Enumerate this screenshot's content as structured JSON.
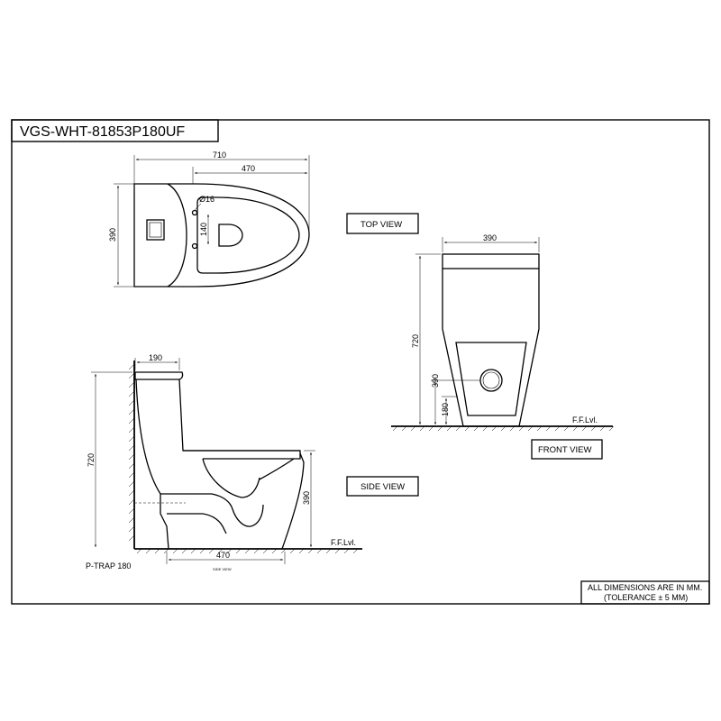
{
  "title_block": {
    "model": "VGS-WHT-81853P180UF"
  },
  "views": {
    "top": "TOP VIEW",
    "front": "FRONT VIEW",
    "side": "SIDE VIEW",
    "side_small": "SIDE VIEW"
  },
  "dimensions": {
    "top_overall_width": "710",
    "top_bowl_length": "470",
    "top_width": "390",
    "top_hole_dia": "Ø16",
    "top_hole_spacing": "140",
    "front_width": "390",
    "front_height": "720",
    "front_outlet_height": "390",
    "front_floor_outlet": "180",
    "side_tank_depth": "190",
    "side_height": "720",
    "side_seat_height": "390",
    "side_base_length": "470"
  },
  "labels": {
    "floor_level_front": "F.F.Lvl.",
    "floor_level_side": "F.F.Lvl.",
    "trap": "P-TRAP 180"
  },
  "notes": {
    "line1": "ALL DIMENSIONS ARE IN MM.",
    "line2": "(TOLERANCE ± 5 MM)"
  }
}
